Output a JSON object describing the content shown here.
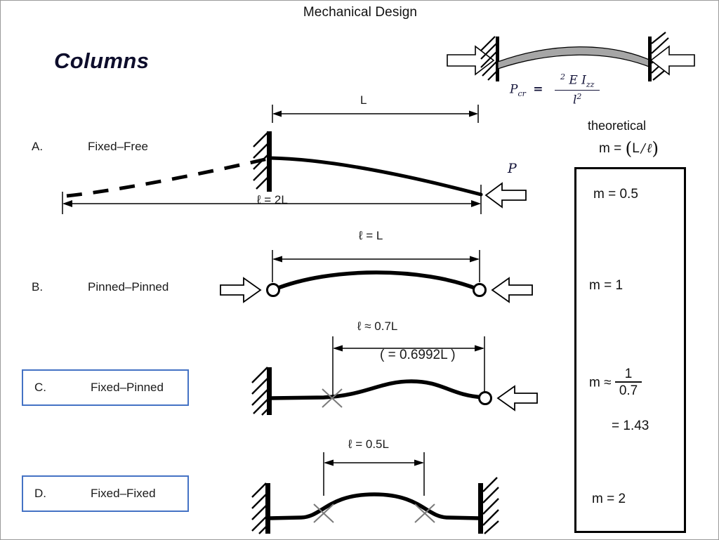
{
  "slide": {
    "title": "Mechanical Design",
    "heading": "Columns"
  },
  "euler": {
    "p_symbol": "P",
    "p_subscript": "cr",
    "equals": "=",
    "numerator_pi_exp": "2",
    "numerator_rest": "E I",
    "numerator_sub": "zz",
    "denominator": "l",
    "denominator_exp": "2"
  },
  "theoretical": {
    "caption": "theoretical",
    "formula_m": "m",
    "formula_eq": "=",
    "formula_open": "(",
    "formula_L": "L",
    "formula_slash": "/",
    "formula_l": "ℓ",
    "formula_close": ")"
  },
  "cases": [
    {
      "id": "A.",
      "label": "Fixed–Free",
      "highlighted": false,
      "dim_top": "L",
      "dim_bottom": "ℓ = 2L",
      "load_symbol": "P"
    },
    {
      "id": "B.",
      "label": "Pinned–Pinned",
      "highlighted": false,
      "dim_top": "ℓ = L",
      "dim_bottom": "",
      "load_symbol": ""
    },
    {
      "id": "C.",
      "label": "Fixed–Pinned",
      "highlighted": true,
      "dim_top": "ℓ ≈ 0.7L",
      "dim_bottom": "( = 0.6992L )",
      "load_symbol": ""
    },
    {
      "id": "D.",
      "label": "Fixed–Fixed",
      "highlighted": true,
      "dim_top": "ℓ = 0.5L",
      "dim_bottom": "",
      "load_symbol": ""
    }
  ],
  "results": {
    "row_a": "m  =  0.5",
    "row_b": "m  =  1",
    "row_c_prefix": "m  ≈",
    "row_c_numerator": "1",
    "row_c_denominator": "0.7",
    "row_c_value": "=  1.43",
    "row_d": "m  =  2"
  },
  "colors": {
    "highlight_border": "#4472c4",
    "panel_border": "#000000",
    "beam_fill": "#a6a6a6",
    "ink": "#1a1a1a"
  }
}
